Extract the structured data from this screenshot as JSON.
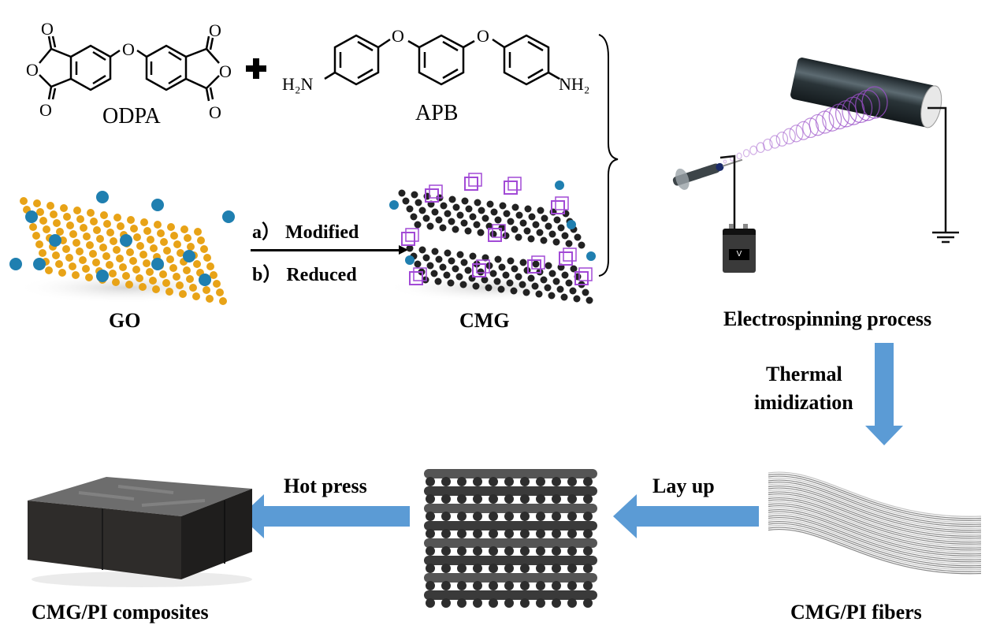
{
  "reactants": {
    "odpa": {
      "name": "ODPA",
      "atom_O": "O"
    },
    "plus": "+",
    "apb": {
      "name": "APB",
      "left_group": "H₂N",
      "right_group": "NH₂",
      "atom_O": "O"
    }
  },
  "graphene": {
    "go_label": "GO",
    "cmg_label": "CMG",
    "step_a": "a） Modified",
    "step_b": "b） Reduced"
  },
  "electrospinning": {
    "label": "Electrospinning process",
    "power_supply_label": "V"
  },
  "steps": {
    "thermal_line1": "Thermal",
    "thermal_line2": "imidization",
    "lay_up": "Lay up",
    "hot_press": "Hot press"
  },
  "products": {
    "fibers": "CMG/PI fibers",
    "composites": "CMG/PI composites"
  },
  "colors": {
    "arrow_blue": "#5b9bd5",
    "go_carbon": "#e8a317",
    "oxygen_blue": "#1f7fb0",
    "cmg_carbon": "#222222",
    "cube_purple": "#a24ad6",
    "drum_dark": "#2e3a40",
    "composite_dark": "#2b2b2b"
  }
}
